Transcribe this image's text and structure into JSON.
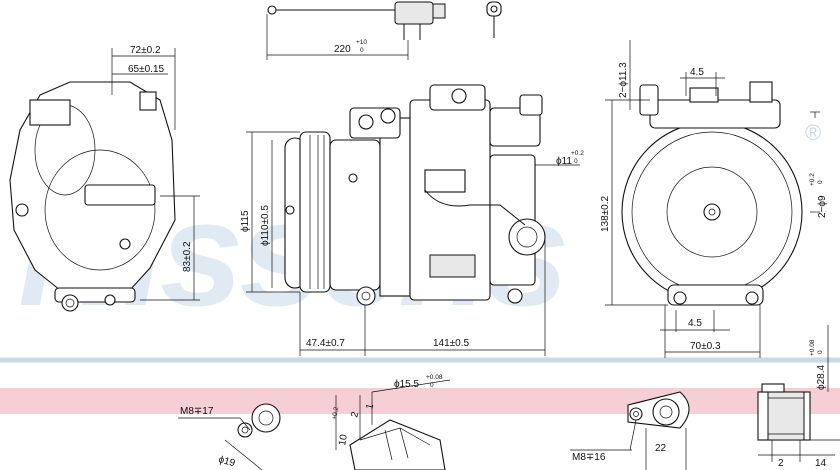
{
  "watermark": {
    "text": "Nissens",
    "registered": "®",
    "band_color": "#f4c7cf",
    "line_color": "#c9d9ea"
  },
  "dimensions": {
    "wire_length": {
      "value": "220",
      "tol_plus": "+10",
      "tol_minus": "0"
    },
    "width_72": "72±0.2",
    "width_65": "65±0.15",
    "height_83": "83±0.2",
    "dia_115": "ϕ115",
    "dia_110": "ϕ110±0.5",
    "dia_11_port": {
      "value": "ϕ11",
      "tol_plus": "+0.2",
      "tol_minus": "0"
    },
    "len_47": "47.4±0.7",
    "len_141": "141±0.5",
    "height_138": "138±0.2",
    "holes_top": "2−ϕ11.3",
    "holes_right": {
      "value": "2−ϕ9",
      "tol_plus": "+0.2",
      "tol_minus": "0"
    },
    "width_4_5_top": "4.5",
    "width_4_5_bottom": "4.5",
    "width_70": "70±0.3",
    "dia_28": {
      "value": "ϕ28.4",
      "tol_plus": "+0.08",
      "tol_minus": "0"
    },
    "thread_m8_17": "M8∓17",
    "thread_m8_16": "M8∓16",
    "dia_19": "ϕ19",
    "dia_15_5": {
      "value": "ϕ15.5",
      "tol_plus": "+0.08",
      "tol_minus": "0"
    },
    "val_2": "2",
    "val_1": "1",
    "val_10": {
      "value": "10",
      "tol_plus": "+0.2",
      "tol_minus": "0"
    },
    "val_22": "22",
    "val_14": "14"
  }
}
